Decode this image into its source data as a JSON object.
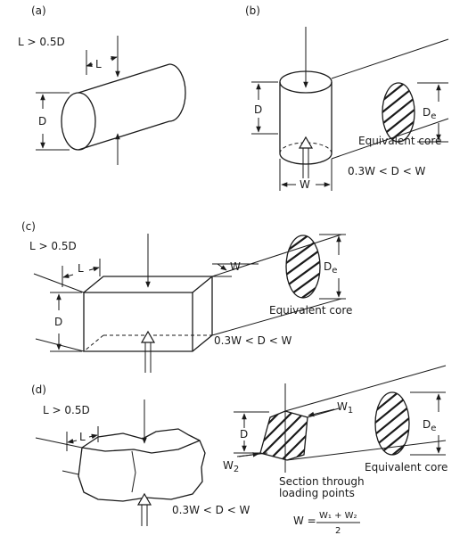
{
  "panels": {
    "a": {
      "tag": "(a)",
      "cond": "L > 0.5D",
      "L": "L",
      "D": "D"
    },
    "b": {
      "tag": "(b)",
      "D": "D",
      "W": "W",
      "De": "D",
      "De_sub": "e",
      "core": "Equivalent core",
      "range": "0.3W < D < W"
    },
    "c": {
      "tag": "(c)",
      "cond": "L > 0.5D",
      "L": "L",
      "W": "W",
      "D": "D",
      "De": "D",
      "De_sub": "e",
      "core": "Equivalent core",
      "range": "0.3W < D < W"
    },
    "d": {
      "tag": "(d)",
      "cond": "L > 0.5D",
      "L": "L",
      "D": "D",
      "W1": "W",
      "W1_sub": "1",
      "W2": "W",
      "W2_sub": "2",
      "De": "D",
      "De_sub": "e",
      "core": "Equivalent core",
      "range": "0.3W < D < W",
      "section_1": "Section through",
      "section_2": "loading points",
      "formula_lhs": "W =",
      "formula_num": "W₁ + W₂",
      "formula_den": "2"
    }
  },
  "colors": {
    "ink": "#1a1a1a",
    "paper": "#ffffff"
  }
}
